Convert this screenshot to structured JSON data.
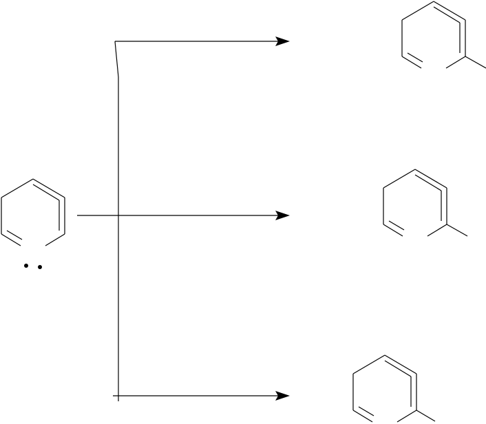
{
  "diagram": {
    "kind": "reaction-scheme",
    "structures": [
      {
        "id": "reactant",
        "icon": "benzyne-structure-icon",
        "lone_pair": true
      },
      {
        "id": "product-top",
        "icon": "methylbenzene-structure-icon"
      },
      {
        "id": "product-middle",
        "icon": "methylbenzene-structure-icon"
      },
      {
        "id": "product-bottom",
        "icon": "methylbenzene-structure-icon"
      }
    ],
    "arrows": [
      "to-product-top",
      "to-product-middle",
      "to-product-bottom"
    ],
    "colors": {
      "ink": "#000000",
      "background": "#ffffff"
    }
  }
}
